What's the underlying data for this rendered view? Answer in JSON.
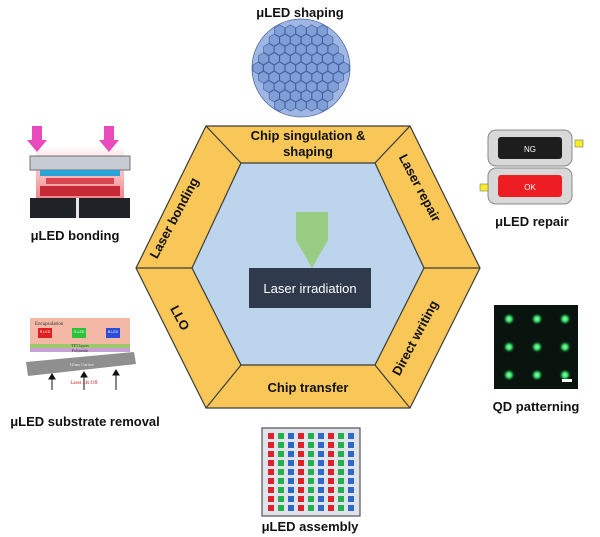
{
  "center": {
    "label": "Laser irradiation"
  },
  "hexagon_segments": {
    "top": [
      "Chip singulation &",
      "shaping"
    ],
    "upper_right": "Laser repair",
    "lower_right": "Direct writing",
    "bottom": "Chip transfer",
    "lower_left": "LLO",
    "upper_left": "Laser bonding"
  },
  "applications": {
    "shaping": "μLED shaping",
    "repair": "μLED repair",
    "patterning": "QD patterning",
    "assembly": "μLED assembly",
    "substrate_removal": "μLED substrate removal",
    "bonding": "μLED bonding"
  },
  "repair_illustration": {
    "ng_label": "NG",
    "ok_label": "OK"
  },
  "substrate_illustration": {
    "encapsulation": "Encapsulation",
    "tft_layers": "TFT layers",
    "polyimide": "Polyimide",
    "glass_carrier": "Glass Carrier",
    "laser_lift_off": "Laser LR-Off",
    "chip_labels": [
      "R-LED",
      "G-LED",
      "B-LED"
    ]
  },
  "colors": {
    "hex_border": "#f8c758",
    "hex_inner": "#bcd4ec",
    "center_box": "#2f3a4c",
    "beam": "#9acd84",
    "honeycomb": "#7f9fd6",
    "panel_bg": "#dfe4ea",
    "red_led": "#e0212a",
    "green_led": "#24b14d",
    "blue_led": "#2f68c9",
    "qd_glow": "#2ed660"
  }
}
